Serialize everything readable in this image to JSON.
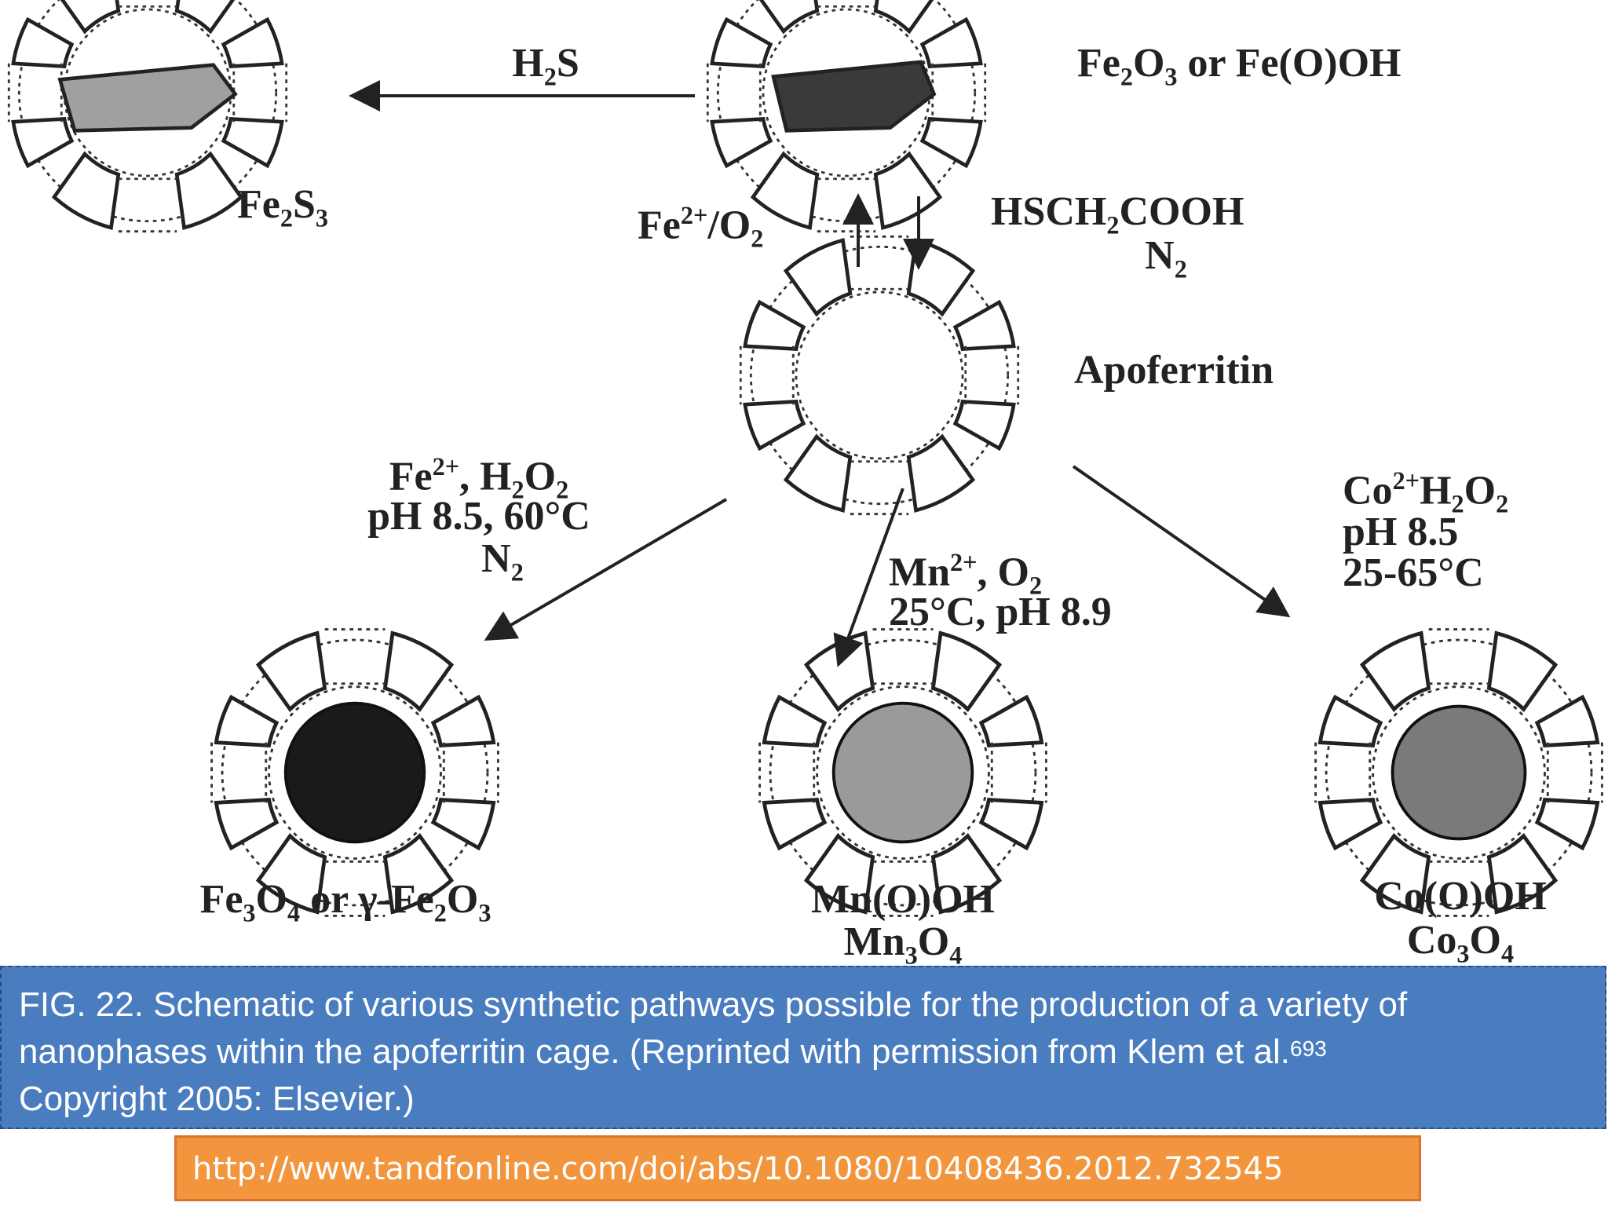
{
  "labels": {
    "h2s": "H2S",
    "iron_oxide_product": "Fe2O3 or Fe(O)OH",
    "iron_sulfide_product": "Fe2S3",
    "fe_o2_reagent": "Fe2+/O2",
    "hsch2cooh_reagent": "HSCH2COOH",
    "n2_reagent_top": "N2",
    "apoferritin": "Apoferritin",
    "fe_h2o2_reagent": "Fe2+, H2O2",
    "fe_conditions": "pH 8.5, 60°C",
    "n2_reagent_left": "N2",
    "mn_reagent": "Mn2+, O2",
    "mn_conditions": "25°C, pH 8.9",
    "co_reagent": "Co2+H2O2",
    "co_ph": "pH 8.5",
    "co_temp": "25-65°C",
    "magnetite_product": "Fe3O4 or γ-Fe2O3",
    "mn_product_1": "Mn(O)OH",
    "mn_product_2": "Mn3O4",
    "co_product_1": "Co(O)OH",
    "co_product_2": "Co3O4"
  },
  "caption": {
    "text": "FIG. 22. Schematic of various synthetic pathways possible for the production of a variety of nanophases within the apoferritin cage. (Reprinted with permission from Klem et al.",
    "ref_sup": "693",
    "text_end": "Copyright 2005: Elsevier.)"
  },
  "url": "http://www.tandfonline.com/doi/abs/10.1080/10408436.2012.732545",
  "colors": {
    "caption_bg": "#4a7cc0",
    "url_bg": "#f2953d",
    "core_dark": "#3a3a3a",
    "core_black": "#1a1a1a",
    "core_gray": "#9a9a9a",
    "core_light": "#a8a8a8"
  }
}
